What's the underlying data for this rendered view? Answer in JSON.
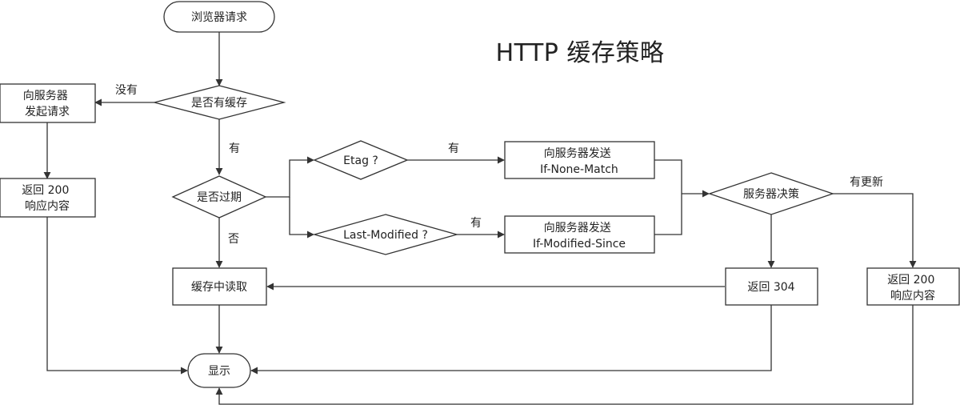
{
  "title": "HTTP 缓存策略",
  "nodes": {
    "browser_request": {
      "lines": [
        "浏览器请求"
      ]
    },
    "has_cache": {
      "lines": [
        "是否有缓存"
      ]
    },
    "request_server": {
      "lines": [
        "向服务器",
        "发起请求"
      ]
    },
    "return_200_left": {
      "lines": [
        "返回 200",
        "响应内容"
      ]
    },
    "expired": {
      "lines": [
        "是否过期"
      ]
    },
    "etag": {
      "lines": [
        "Etag ?"
      ]
    },
    "last_modified": {
      "lines": [
        "Last-Modified ?"
      ]
    },
    "send_if_none_match": {
      "lines": [
        "向服务器发送",
        "If-None-Match"
      ]
    },
    "send_if_modified_since": {
      "lines": [
        "向服务器发送",
        "If-Modified-Since"
      ]
    },
    "server_decision": {
      "lines": [
        "服务器决策"
      ]
    },
    "return_304": {
      "lines": [
        "返回 304"
      ]
    },
    "return_200_right": {
      "lines": [
        "返回 200",
        "响应内容"
      ]
    },
    "read_cache": {
      "lines": [
        "缓存中读取"
      ]
    },
    "display": {
      "lines": [
        "显示"
      ]
    }
  },
  "edge_labels": {
    "no_cache": "没有",
    "has_cache_yes": "有",
    "not_expired": "否",
    "etag_yes": "有",
    "last_modified_yes": "有",
    "has_update": "有更新"
  },
  "colors": {
    "line": "#333333",
    "text": "#222222",
    "background": "#ffffff"
  }
}
